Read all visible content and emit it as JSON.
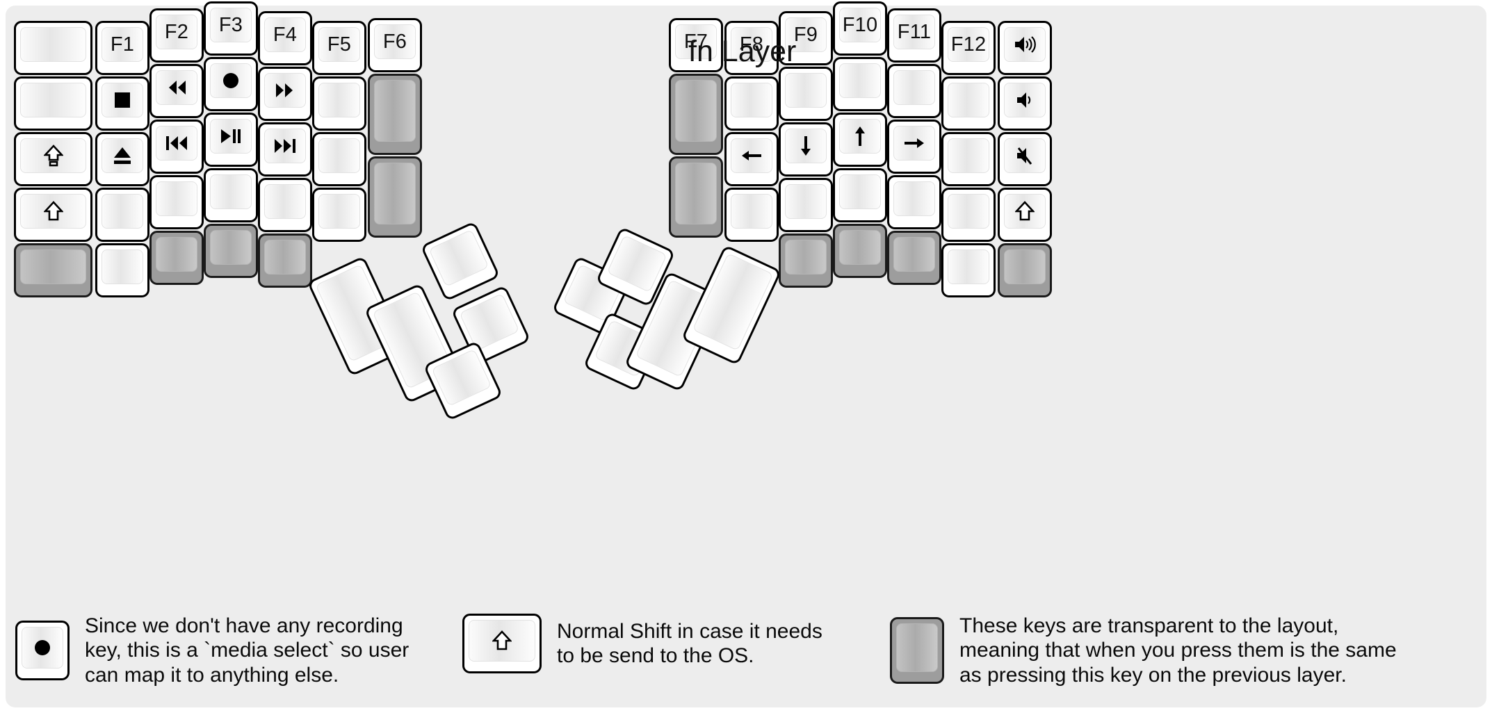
{
  "title": "fn Layer",
  "colors": {
    "background": "#ededed",
    "key_face": "#ffffff",
    "key_outline": "#000000",
    "transparent_key": "#9d9d9d"
  },
  "legend": [
    {
      "key_icon": "record-icon",
      "transparent": false,
      "text": "Since we don't have any recording\nkey, this is a `media select` so user\ncan map it to anything else."
    },
    {
      "key_icon": "shift-icon",
      "transparent": false,
      "text": "Normal Shift in case it needs\nto be send to the OS."
    },
    {
      "key_icon": "",
      "transparent": true,
      "text": "These keys are transparent to the layout,\nmeaning that when you press them is the same\nas pressing this key on the previous layer."
    }
  ],
  "left_half": {
    "columns": [
      {
        "name": "pinky-outer",
        "keys": [
          {
            "label": "",
            "icon": "",
            "transparent": false
          },
          {
            "label": "",
            "icon": "",
            "transparent": false
          },
          {
            "label": "",
            "icon": "capslock-icon",
            "transparent": false
          },
          {
            "label": "",
            "icon": "shift-icon",
            "transparent": false
          },
          {
            "label": "",
            "icon": "",
            "transparent": true
          }
        ]
      },
      {
        "name": "pinky",
        "keys": [
          {
            "label": "F1",
            "icon": "",
            "transparent": false
          },
          {
            "label": "",
            "icon": "stop-icon",
            "transparent": false
          },
          {
            "label": "",
            "icon": "eject-icon",
            "transparent": false
          },
          {
            "label": "",
            "icon": "",
            "transparent": false
          },
          {
            "label": "",
            "icon": "",
            "transparent": false
          }
        ]
      },
      {
        "name": "ring",
        "keys": [
          {
            "label": "F2",
            "icon": "",
            "transparent": false
          },
          {
            "label": "",
            "icon": "rewind-icon",
            "transparent": false
          },
          {
            "label": "",
            "icon": "prev-track-icon",
            "transparent": false
          },
          {
            "label": "",
            "icon": "",
            "transparent": false
          },
          {
            "label": "",
            "icon": "",
            "transparent": true
          }
        ]
      },
      {
        "name": "middle",
        "keys": [
          {
            "label": "F3",
            "icon": "",
            "transparent": false
          },
          {
            "label": "",
            "icon": "record-icon",
            "transparent": false
          },
          {
            "label": "",
            "icon": "play-pause-icon",
            "transparent": false
          },
          {
            "label": "",
            "icon": "",
            "transparent": false
          },
          {
            "label": "",
            "icon": "",
            "transparent": true
          }
        ]
      },
      {
        "name": "index",
        "keys": [
          {
            "label": "F4",
            "icon": "",
            "transparent": false
          },
          {
            "label": "",
            "icon": "fastforward-icon",
            "transparent": false
          },
          {
            "label": "",
            "icon": "next-track-icon",
            "transparent": false
          },
          {
            "label": "",
            "icon": "",
            "transparent": false
          },
          {
            "label": "",
            "icon": "",
            "transparent": true
          }
        ]
      },
      {
        "name": "index-inner",
        "keys": [
          {
            "label": "F5",
            "icon": "",
            "transparent": false
          },
          {
            "label": "",
            "icon": "",
            "transparent": false
          },
          {
            "label": "",
            "icon": "",
            "transparent": false
          },
          {
            "label": "",
            "icon": "",
            "transparent": false
          }
        ]
      },
      {
        "name": "inner",
        "keys": [
          {
            "label": "F6",
            "icon": "",
            "transparent": false
          },
          {
            "label": "",
            "icon": "",
            "transparent": true
          },
          {
            "label": "",
            "icon": "",
            "transparent": true
          }
        ]
      }
    ],
    "thumb_keys": [
      {
        "label": "",
        "icon": "",
        "transparent": false,
        "size": "1.5u"
      },
      {
        "label": "",
        "icon": "",
        "transparent": false,
        "size": "1.5u"
      },
      {
        "label": "",
        "icon": "",
        "transparent": false,
        "size": "1u"
      },
      {
        "label": "",
        "icon": "",
        "transparent": false,
        "size": "1u"
      },
      {
        "label": "",
        "icon": "",
        "transparent": false,
        "size": "1u"
      }
    ]
  },
  "right_half": {
    "columns": [
      {
        "name": "inner",
        "keys": [
          {
            "label": "F7",
            "icon": "",
            "transparent": false
          },
          {
            "label": "",
            "icon": "",
            "transparent": true
          },
          {
            "label": "",
            "icon": "",
            "transparent": true
          }
        ]
      },
      {
        "name": "index-inner",
        "keys": [
          {
            "label": "F8",
            "icon": "",
            "transparent": false
          },
          {
            "label": "",
            "icon": "",
            "transparent": false
          },
          {
            "label": "",
            "icon": "arrow-left-icon",
            "transparent": false
          },
          {
            "label": "",
            "icon": "",
            "transparent": false
          }
        ]
      },
      {
        "name": "index",
        "keys": [
          {
            "label": "F9",
            "icon": "",
            "transparent": false
          },
          {
            "label": "",
            "icon": "",
            "transparent": false
          },
          {
            "label": "",
            "icon": "arrow-down-icon",
            "transparent": false
          },
          {
            "label": "",
            "icon": "",
            "transparent": false
          },
          {
            "label": "",
            "icon": "",
            "transparent": true
          }
        ]
      },
      {
        "name": "middle",
        "keys": [
          {
            "label": "F10",
            "icon": "",
            "transparent": false
          },
          {
            "label": "",
            "icon": "",
            "transparent": false
          },
          {
            "label": "",
            "icon": "arrow-up-icon",
            "transparent": false
          },
          {
            "label": "",
            "icon": "",
            "transparent": false
          },
          {
            "label": "",
            "icon": "",
            "transparent": true
          }
        ]
      },
      {
        "name": "ring",
        "keys": [
          {
            "label": "F11",
            "icon": "",
            "transparent": false
          },
          {
            "label": "",
            "icon": "",
            "transparent": false
          },
          {
            "label": "",
            "icon": "arrow-right-icon",
            "transparent": false
          },
          {
            "label": "",
            "icon": "",
            "transparent": false
          },
          {
            "label": "",
            "icon": "",
            "transparent": true
          }
        ]
      },
      {
        "name": "pinky",
        "keys": [
          {
            "label": "F12",
            "icon": "",
            "transparent": false
          },
          {
            "label": "",
            "icon": "",
            "transparent": false
          },
          {
            "label": "",
            "icon": "",
            "transparent": false
          },
          {
            "label": "",
            "icon": "",
            "transparent": false
          },
          {
            "label": "",
            "icon": "",
            "transparent": false
          }
        ]
      },
      {
        "name": "pinky-outer",
        "keys": [
          {
            "label": "",
            "icon": "volume-up-icon",
            "transparent": false
          },
          {
            "label": "",
            "icon": "volume-down-icon",
            "transparent": false
          },
          {
            "label": "",
            "icon": "mute-icon",
            "transparent": false
          },
          {
            "label": "",
            "icon": "shift-icon",
            "transparent": false
          },
          {
            "label": "",
            "icon": "",
            "transparent": true
          }
        ]
      }
    ],
    "thumb_keys": [
      {
        "label": "",
        "icon": "",
        "transparent": false,
        "size": "1u"
      },
      {
        "label": "",
        "icon": "",
        "transparent": false,
        "size": "1u"
      },
      {
        "label": "",
        "icon": "",
        "transparent": false,
        "size": "1u"
      },
      {
        "label": "",
        "icon": "",
        "transparent": false,
        "size": "1.5u"
      },
      {
        "label": "",
        "icon": "",
        "transparent": false,
        "size": "1.5u"
      }
    ]
  }
}
